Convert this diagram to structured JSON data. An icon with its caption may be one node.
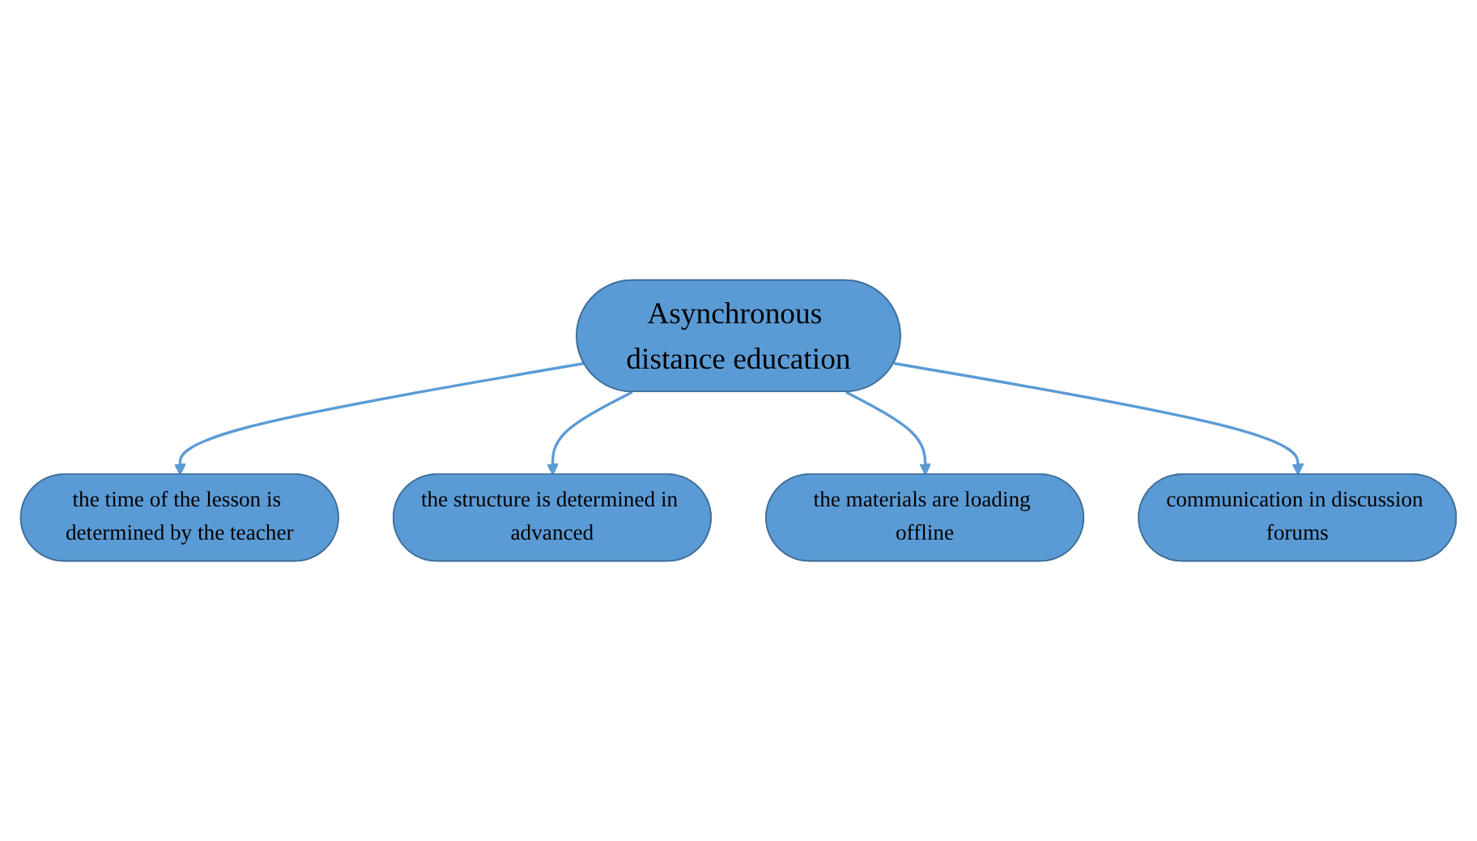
{
  "diagram": {
    "nodes": [
      {
        "text": [
          "the time of the lesson is determined by the teacher"
        ]
      },
      {
        "text": [
          "the structure is determined in advanced"
        ]
      },
      {
        "text": [
          "Asynchronous distance education"
        ]
      },
      {
        "text": [
          "the materials are loading offline"
        ]
      },
      {
        "text": [
          "communication in discussion forums"
        ]
      }
    ],
    "edges": [
      {
        "from": 2,
        "to": 0,
        "arrow": "to"
      },
      {
        "from": 2,
        "to": 1,
        "arrow": "to"
      },
      {
        "from": 2,
        "to": 3,
        "arrow": "to"
      },
      {
        "from": 2,
        "to": 4,
        "arrow": "to"
      }
    ]
  }
}
